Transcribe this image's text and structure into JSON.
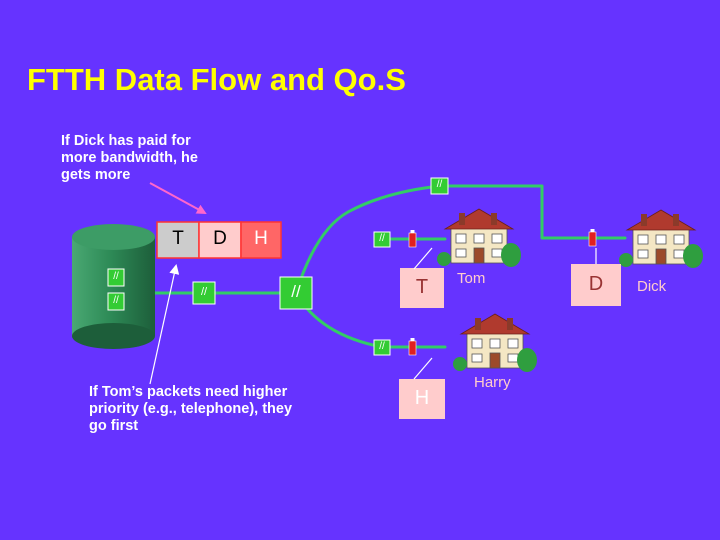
{
  "title": "FTTH Data Flow and Qo.S",
  "notes": {
    "dick": "If Dick has paid for\nmore bandwidth, he\ngets more",
    "tom": "If Tom’s packets need higher\npriority (e.g., telephone), they\ngo first"
  },
  "queue": {
    "t": "T",
    "d": "D",
    "h": "H"
  },
  "splitter_mark": "//",
  "packets": {
    "t": "T",
    "h": "H",
    "d": "D"
  },
  "houses": {
    "tom": "Tom",
    "harry": "Harry",
    "dick": "Dick"
  },
  "colors": {
    "background": "#6633ff",
    "title": "#ffff00",
    "fiber": "#33cc66",
    "olt_body": "#2e8b57",
    "packet_box": "#ffcccc",
    "arrow": "#ff66cc",
    "packet_text": "#993333"
  }
}
